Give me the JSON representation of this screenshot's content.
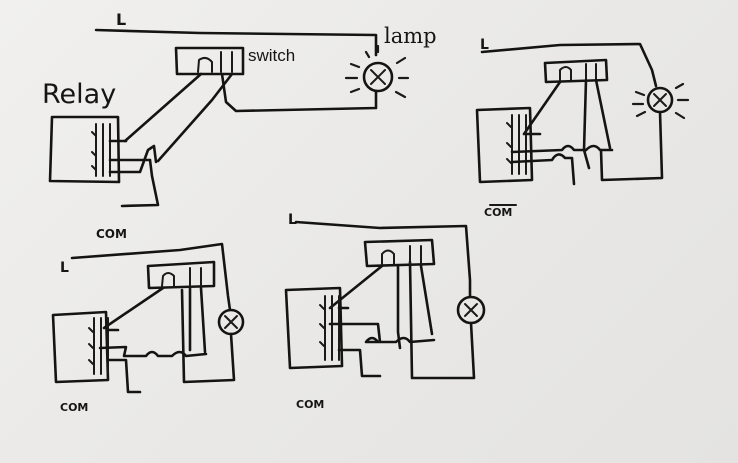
{
  "diagram1": {
    "relay_label": "Relay",
    "switch_label": "switch",
    "lamp_label": "lamp",
    "line_label": "L",
    "com_label": "COM"
  },
  "diagram2": {
    "line_label": "L",
    "com_label": "COM"
  },
  "diagram3": {
    "line_label": "L",
    "com_label": "COM"
  },
  "diagram4": {
    "line_label": "L",
    "com_label": "COM"
  },
  "colors": {
    "paper": "#ecebe9",
    "ink": "#141414"
  }
}
